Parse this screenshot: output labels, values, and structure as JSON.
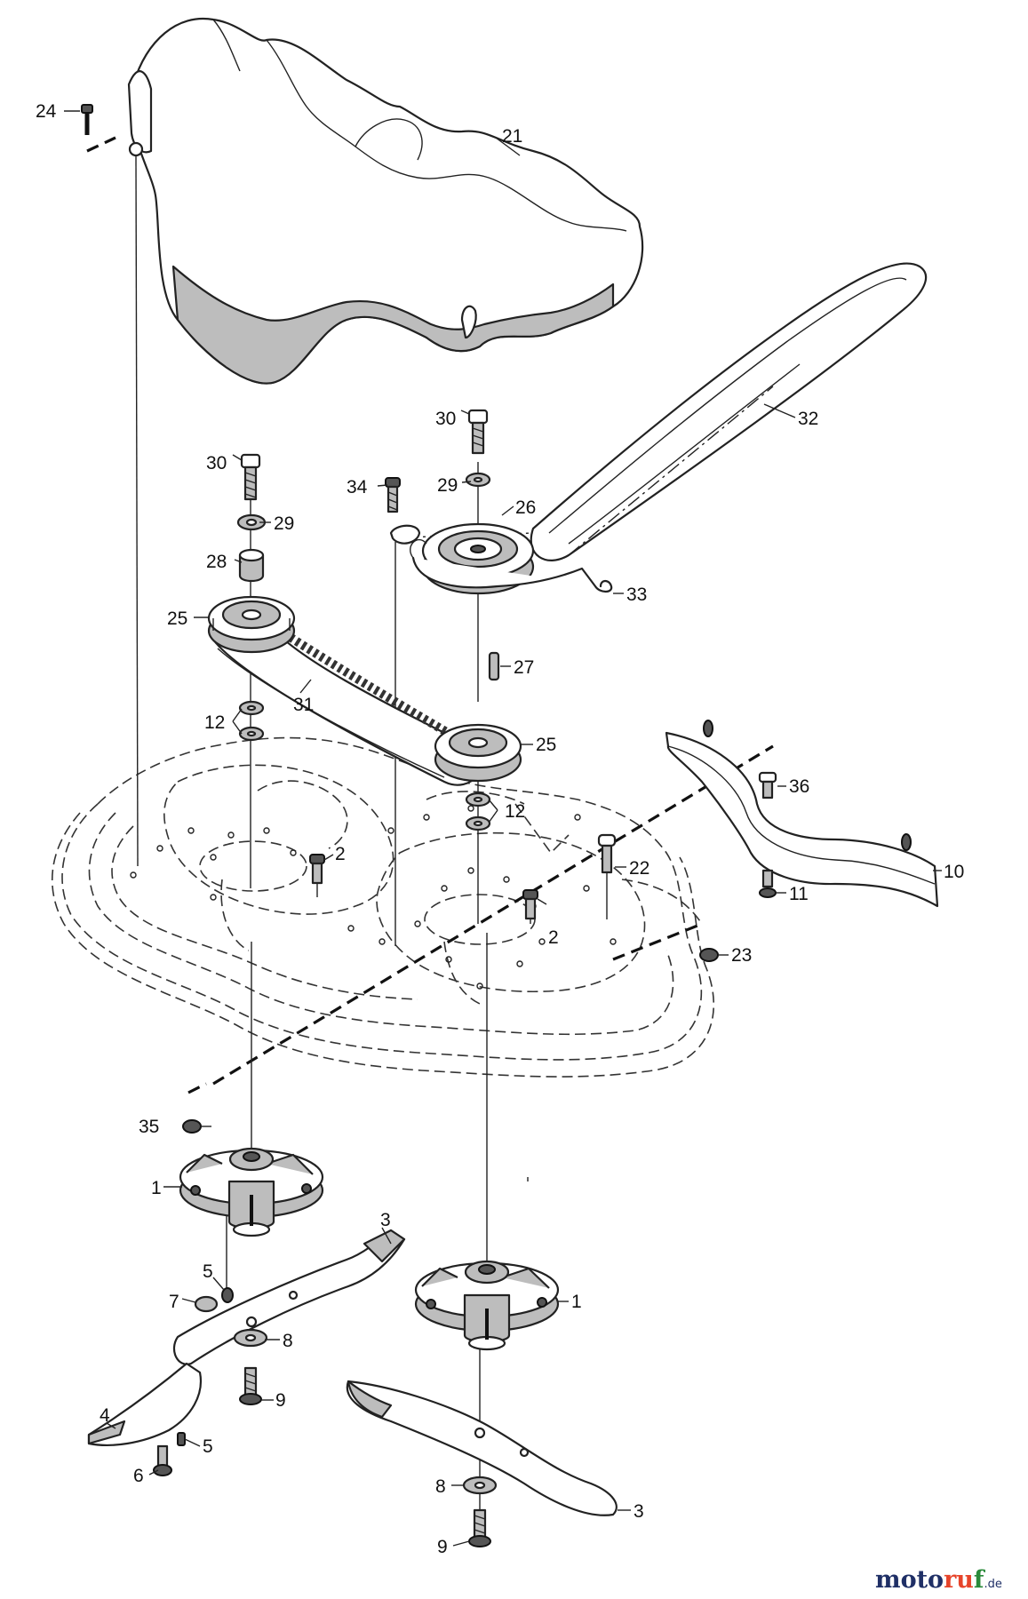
{
  "callouts": {
    "c1a": "1",
    "c1b": "1",
    "c2a": "2",
    "c2b": "2",
    "c3a": "3",
    "c3b": "3",
    "c4": "4",
    "c5a": "5",
    "c5b": "5",
    "c6": "6",
    "c7": "7",
    "c8a": "8",
    "c8b": "8",
    "c9a": "9",
    "c9b": "9",
    "c10": "10",
    "c11": "11",
    "c12a": "12",
    "c12b": "12",
    "c21": "21",
    "c22": "22",
    "c23": "23",
    "c24": "24",
    "c25a": "25",
    "c25b": "25",
    "c26": "26",
    "c27": "27",
    "c28": "28",
    "c29a": "29",
    "c29b": "29",
    "c30a": "30",
    "c30b": "30",
    "c31": "31",
    "c32": "32",
    "c33": "33",
    "c34": "34",
    "c35": "35",
    "c36": "36"
  },
  "watermark": {
    "brand_a": "moto",
    "brand_b": "ru",
    "brand_c": "f",
    "suffix": ".de"
  }
}
